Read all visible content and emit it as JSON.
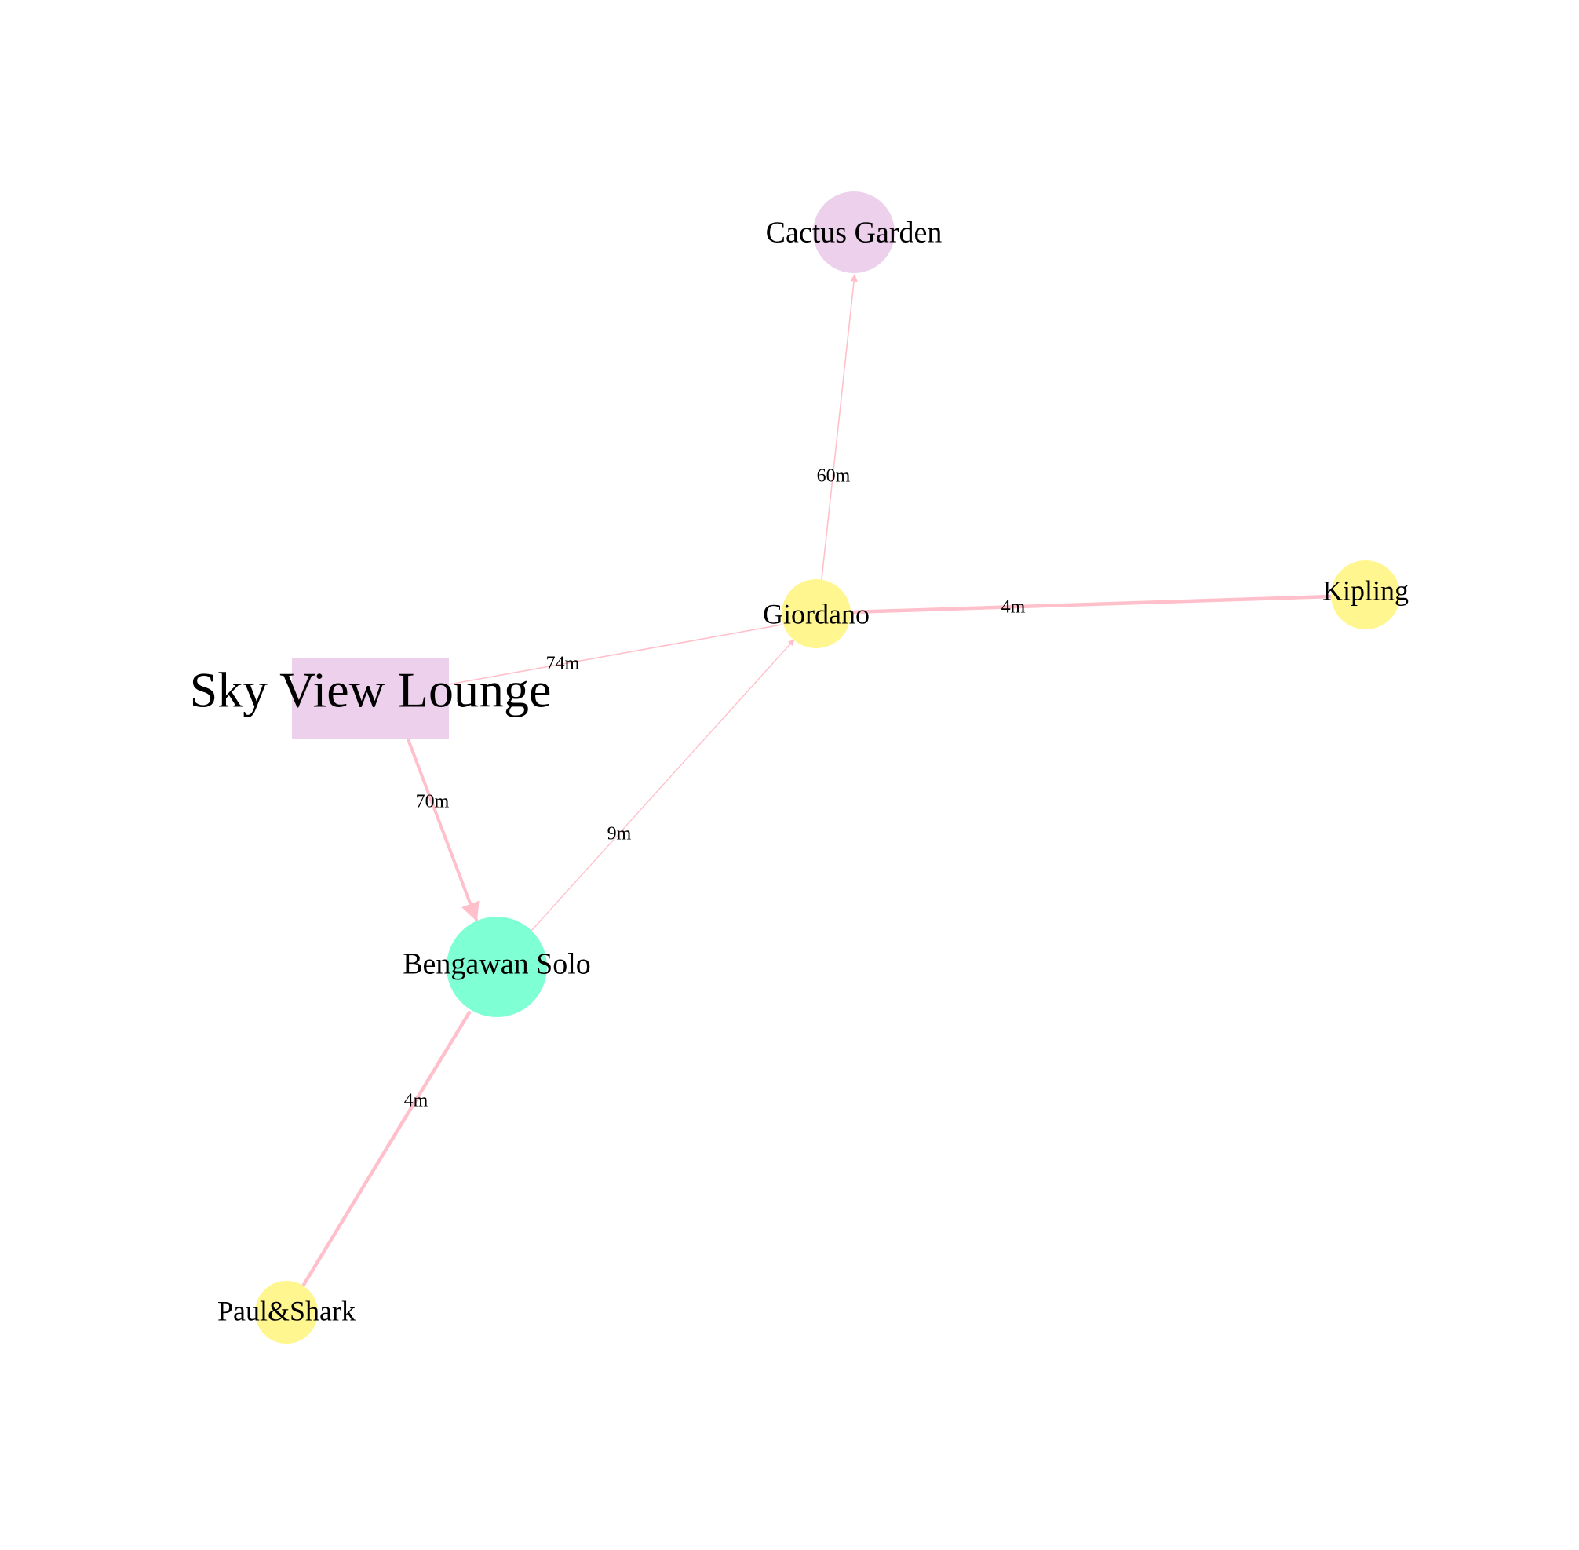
{
  "colors": {
    "edge": "#ffc0cb",
    "attraction": "#ecd0ec",
    "shop": "#fff68f",
    "food": "#7fffd4",
    "background": "#ffffff"
  },
  "nodes": [
    {
      "id": "sky_view_lounge",
      "label": "Sky View Lounge",
      "shape": "rectangle",
      "color": "#ecd0ec"
    },
    {
      "id": "cactus_garden",
      "label": "Cactus Garden",
      "shape": "circle",
      "color": "#ecd0ec"
    },
    {
      "id": "giordano",
      "label": "Giordano",
      "shape": "circle",
      "color": "#fff68f"
    },
    {
      "id": "kipling",
      "label": "Kipling",
      "shape": "circle",
      "color": "#fff68f"
    },
    {
      "id": "bengawan_solo",
      "label": "Bengawan Solo",
      "shape": "circle",
      "color": "#7fffd4"
    },
    {
      "id": "paul_shark",
      "label": "Paul&Shark",
      "shape": "circle",
      "color": "#fff68f"
    }
  ],
  "edges": [
    {
      "id": "e1",
      "from": "giordano",
      "to": "cactus_garden",
      "label": "60m",
      "directed": true
    },
    {
      "id": "e2",
      "from": "giordano",
      "to": "kipling",
      "label": "4m",
      "directed": false
    },
    {
      "id": "e3",
      "from": "sky_view_lounge",
      "to": "giordano",
      "label": "74m",
      "directed": false
    },
    {
      "id": "e4",
      "from": "sky_view_lounge",
      "to": "bengawan_solo",
      "label": "70m",
      "directed": true
    },
    {
      "id": "e5",
      "from": "bengawan_solo",
      "to": "giordano",
      "label": "9m",
      "directed": true
    },
    {
      "id": "e6",
      "from": "bengawan_solo",
      "to": "paul_shark",
      "label": "4m",
      "directed": false
    }
  ]
}
